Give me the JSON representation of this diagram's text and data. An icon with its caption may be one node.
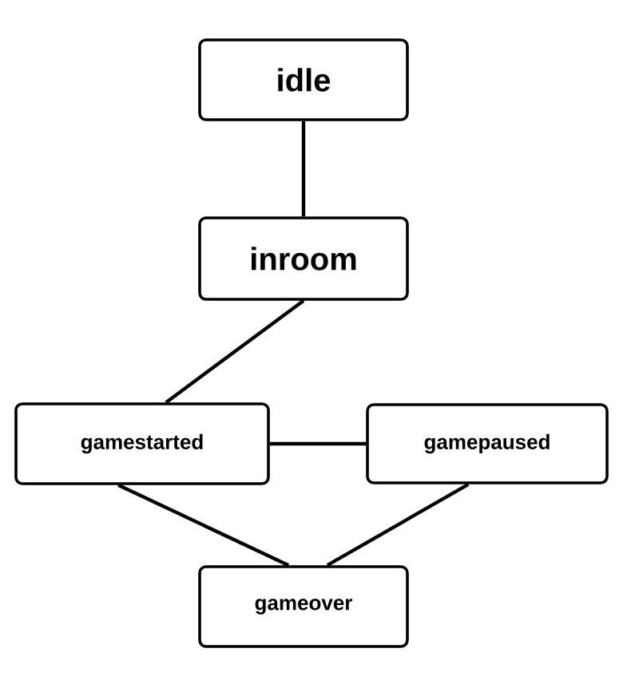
{
  "diagram": {
    "nodes": [
      {
        "text": [
          "idle"
        ]
      },
      {
        "text": [
          "inroom"
        ]
      },
      {
        "text": [
          "gamestarted"
        ]
      },
      {
        "text": [
          "gamepaused"
        ]
      },
      {
        "text": [
          "gameover"
        ]
      }
    ],
    "edges": [
      {
        "from": 0,
        "to": 1,
        "arrow": "none"
      },
      {
        "from": 1,
        "to": 2,
        "arrow": "none"
      },
      {
        "from": 2,
        "to": 3,
        "arrow": "none"
      },
      {
        "from": 2,
        "to": 4,
        "arrow": "none"
      },
      {
        "from": 3,
        "to": 4,
        "arrow": "none"
      }
    ]
  }
}
